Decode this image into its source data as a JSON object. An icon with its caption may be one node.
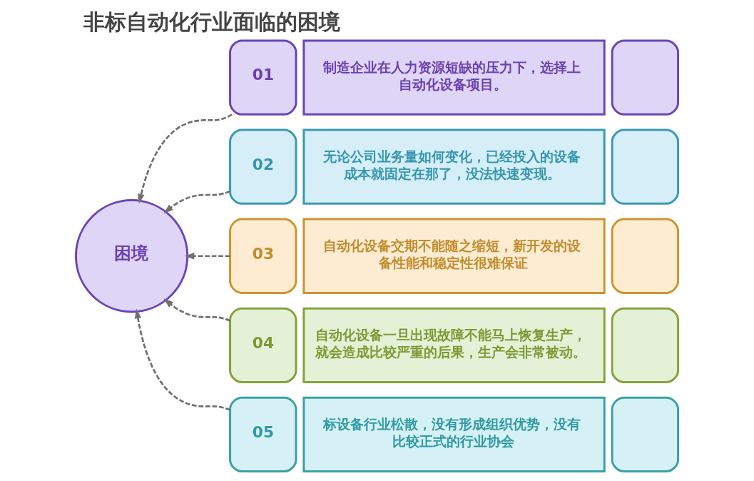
{
  "diagram": {
    "title": "非标自动化行业面临的困境",
    "nodes": [
      {
        "text": [
          "困境"
        ]
      },
      {
        "text": [
          "01"
        ]
      },
      {
        "text": [
          "制造企业在人力资源短缺的压力下，选择上自动化设备项目。"
        ]
      },
      {
        "text": [],
        "shape": "box"
      },
      {
        "text": [
          "02"
        ]
      },
      {
        "text": [
          "无论公司业务量如何变化，已经投入的设备成本就固定在那了，没法快速变现。"
        ]
      },
      {
        "text": [],
        "shape": "box"
      },
      {
        "text": [
          "03"
        ]
      },
      {
        "text": [
          "自动化设备交期不能随之缩短，新开发的设备性能和稳定性很难保证"
        ]
      },
      {
        "text": [],
        "shape": "box"
      },
      {
        "text": [
          "04"
        ]
      },
      {
        "text": [
          "自动化设备一旦出现故障不能马上恢复生产，就会造成比较严重的后果，生产会非常被动。"
        ]
      },
      {
        "text": [],
        "shape": "box"
      },
      {
        "text": [
          "05"
        ]
      },
      {
        "text": [
          "标设备行业松散，没有形成组织优势，没有比较正式的行业协会"
        ]
      },
      {
        "text": [],
        "shape": "box"
      }
    ],
    "edges": [
      {
        "from": 1,
        "to": 0,
        "arrow": "to",
        "style": "dashed"
      },
      {
        "from": 4,
        "to": 0,
        "arrow": "to",
        "style": "dashed"
      },
      {
        "from": 7,
        "to": 0,
        "arrow": "to",
        "style": "dashed"
      },
      {
        "from": 10,
        "to": 0,
        "arrow": "to",
        "style": "dashed"
      },
      {
        "from": 13,
        "to": 0,
        "arrow": "to",
        "style": "dashed"
      }
    ]
  }
}
